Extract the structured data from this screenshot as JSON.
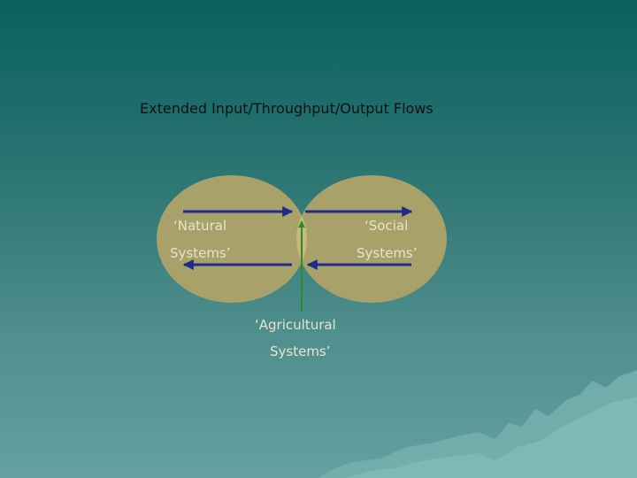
{
  "slide": {
    "title": "Extended Input/Throughput/Output Flows"
  },
  "diagram": {
    "labels": {
      "natural_line1": "‘Natural",
      "natural_line2": "Systems’",
      "social_line1": "‘Social",
      "social_line2": "Systems’",
      "agricultural_line1": "‘Agricultural",
      "agricultural_line2": "Systems’"
    },
    "colors": {
      "circle_fill": "#a8a26a",
      "overlap_fill": "#c9b878",
      "flow_arrow": "#1f2a8c",
      "input_arrow": "#2e8a2e",
      "label_text": "#e8e4c8"
    }
  }
}
